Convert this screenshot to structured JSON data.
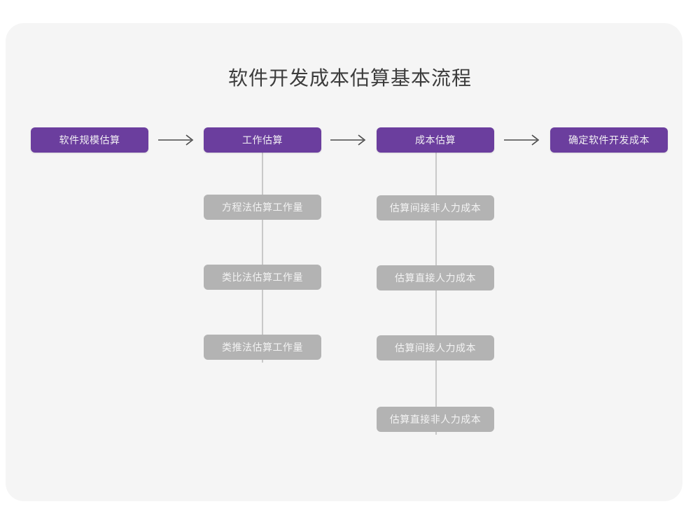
{
  "title": "软件开发成本估算基本流程",
  "colors": {
    "page_background": "#ffffff",
    "card_background": "#f5f5f5",
    "primary_node": "#6b3e9e",
    "primary_node_text": "#f2f0f4",
    "secondary_node": "#b3b3b3",
    "secondary_node_text": "#f3f3f3",
    "connector_line": "#c9c9c9",
    "arrow": "#4a4a4a",
    "title_text": "#3c3c3c"
  },
  "flow": {
    "arrow_glyph": "⟶",
    "arrow_count": 3,
    "stages": [
      {
        "id": "stage-1",
        "label": "软件规模估算",
        "substeps": []
      },
      {
        "id": "stage-2",
        "label": "工作估算",
        "substeps": [
          "方程法估算工作量",
          "类比法估算工作量",
          "类推法估算工作量"
        ]
      },
      {
        "id": "stage-3",
        "label": "成本估算",
        "substeps": [
          "估算间接非人力成本",
          "估算直接人力成本",
          "估算间接人力成本",
          "估算直接非人力成本"
        ]
      },
      {
        "id": "stage-4",
        "label": "确定软件开发成本",
        "substeps": []
      }
    ]
  }
}
